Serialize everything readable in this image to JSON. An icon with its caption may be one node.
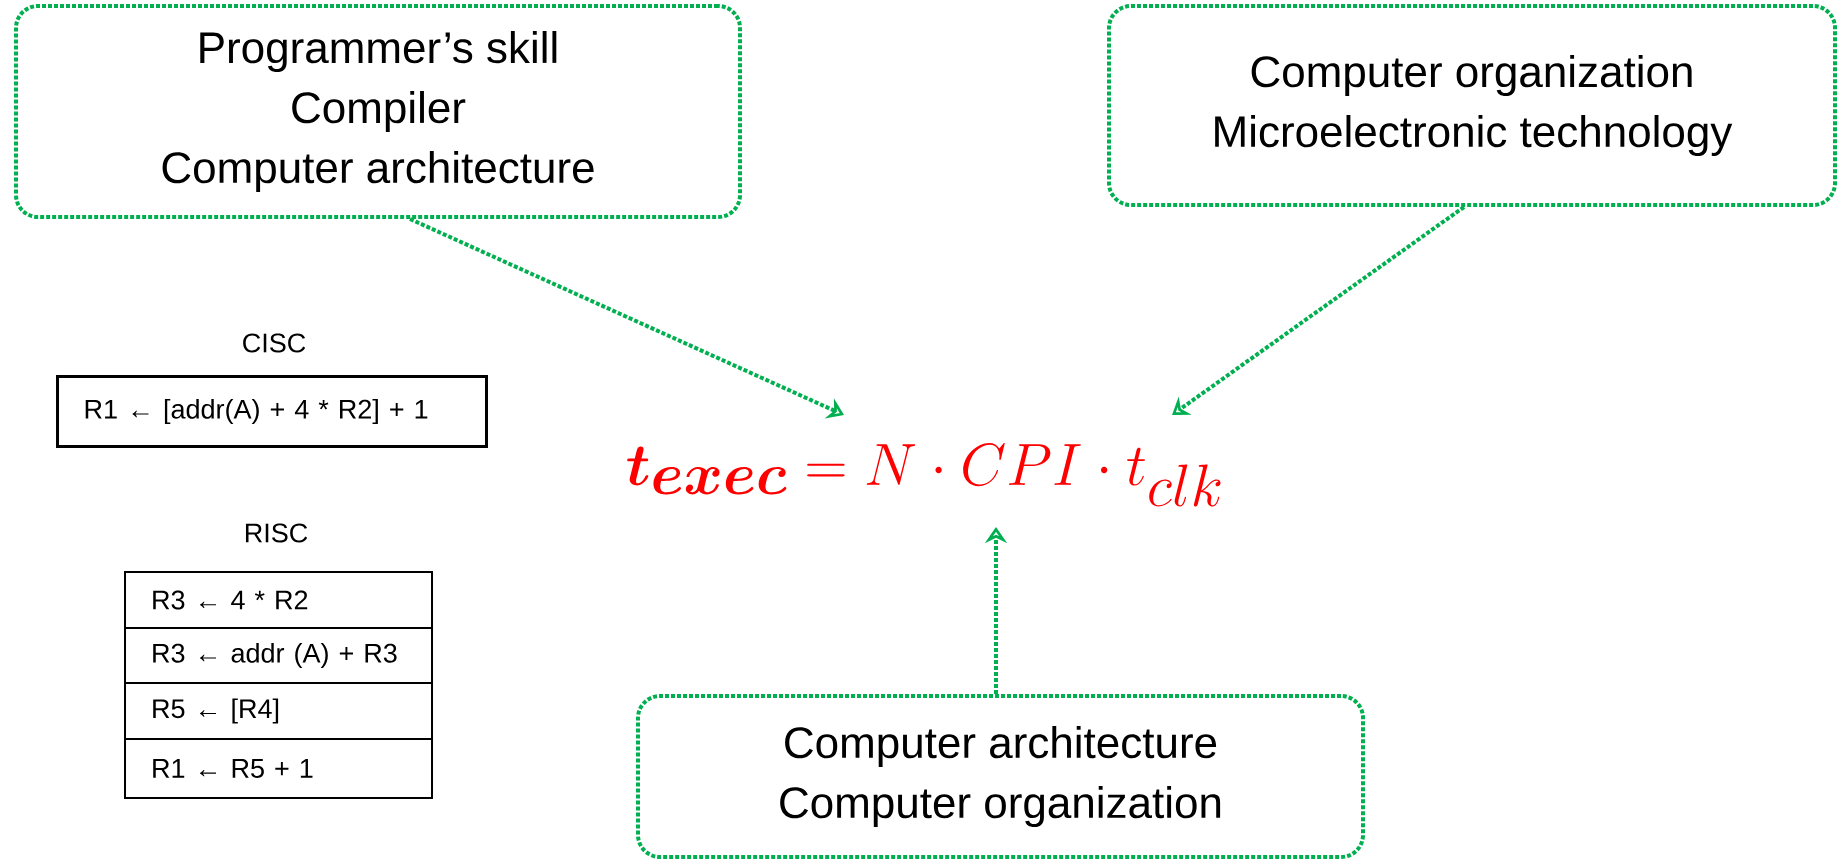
{
  "diagram": {
    "nodes": [
      {
        "text": [
          "Programmer’s skill",
          "Compiler",
          "Computer architecture"
        ]
      },
      {
        "text": [
          "Computer organization",
          "Microelectronic technology"
        ]
      },
      {
        "text": [
          "Computer architecture",
          "Computer organization"
        ]
      },
      {
        "text": [
          "\\bm{t}_{\\bm{exec}} = N \\cdot CPI \\cdot t_{clk}"
        ]
      },
      {
        "text": [
          "R1 ← [addr(A) + 4 * R2] + 1"
        ]
      },
      {
        "text": [
          "R3 ← 4 * R2"
        ]
      },
      {
        "text": [
          "R3 ← addr (A) + R3"
        ]
      },
      {
        "text": [
          "R5 ← [R4]"
        ]
      },
      {
        "text": [
          "R1 ← R5 + 1"
        ]
      }
    ],
    "edges": [
      {
        "from": 0,
        "to": 3,
        "arrow": "to"
      },
      {
        "from": 1,
        "to": 3,
        "arrow": "to"
      },
      {
        "from": 2,
        "to": 3,
        "arrow": "to"
      }
    ],
    "labels": [
      "CISC",
      "RISC"
    ]
  }
}
